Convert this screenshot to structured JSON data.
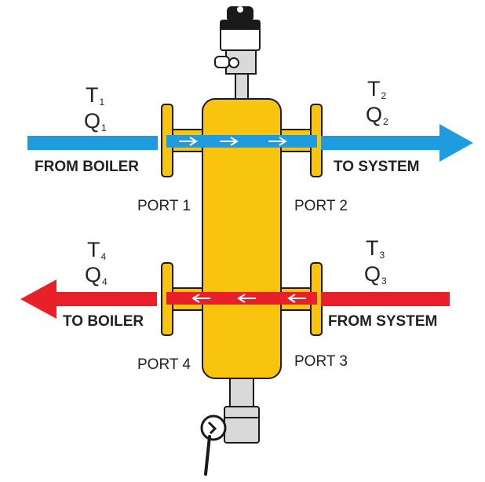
{
  "labels": {
    "inlet_left": {
      "var1": "T",
      "sub1": "1",
      "var2": "Q",
      "sub2": "1",
      "flow": "FROM BOILER"
    },
    "outlet_right": {
      "var1": "T",
      "sub1": "2",
      "var2": "Q",
      "sub2": "2",
      "flow": "TO SYSTEM"
    },
    "outlet_left": {
      "var1": "T",
      "sub1": "4",
      "var2": "Q",
      "sub2": "4",
      "flow": "TO BOILER"
    },
    "inlet_right": {
      "var1": "T",
      "sub1": "3",
      "var2": "Q",
      "sub2": "3",
      "flow": "FROM SYSTEM"
    }
  },
  "ports": {
    "port1": "PORT 1",
    "port2": "PORT 2",
    "port3": "PORT 3",
    "port4": "PORT 4"
  },
  "colors": {
    "body": "#f9c40d",
    "outline": "#1a1a1a",
    "hot_flow": "#e8202a",
    "cold_flow": "#1f9be0",
    "fitting": "#d9d9d9"
  },
  "icons": {
    "air_vent": "air-vent-icon",
    "drain_valve": "drain-valve-icon"
  }
}
